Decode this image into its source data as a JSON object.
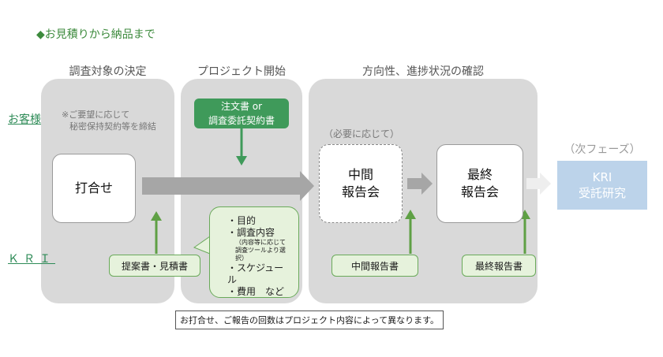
{
  "title": "◆お見積りから納品まで",
  "phases": [
    "調査対象の決定",
    "プロジェクト開始",
    "方向性、進捗状況の確認"
  ],
  "side_labels": {
    "client": "お客様",
    "kri": "ＫＲＩ"
  },
  "client_note": [
    "※ご要望に応じて",
    "秘密保持契約等を締結"
  ],
  "meeting_box": "打合せ",
  "order_box": [
    "注文書 or",
    "調査委託契約書"
  ],
  "proposal_box": "提案書・見積書",
  "callout": {
    "items": [
      "・目的",
      "・調査内容"
    ],
    "small": [
      "（内容等に応じて",
      "調査ツールより選択）"
    ],
    "items2": [
      "・スケジュール",
      "・費用　など"
    ]
  },
  "optional_label": "（必要に応じて）",
  "interim_meeting": [
    "中間",
    "報告会"
  ],
  "interim_doc": "中間報告書",
  "final_meeting": [
    "最終",
    "報告会"
  ],
  "final_doc": "最終報告書",
  "next_phase_label": "（次フェーズ）",
  "next_box": [
    "KRI",
    "受託研究"
  ],
  "footnote": "お打合せ、ご報告の回数はプロジェクト内容によって異なります。",
  "colors": {
    "green_dark": "#3f9a5a",
    "green_light": "#e6f2dc",
    "arrow_gray": "#a6a6a6",
    "next_blue": "#bcd3ea"
  }
}
